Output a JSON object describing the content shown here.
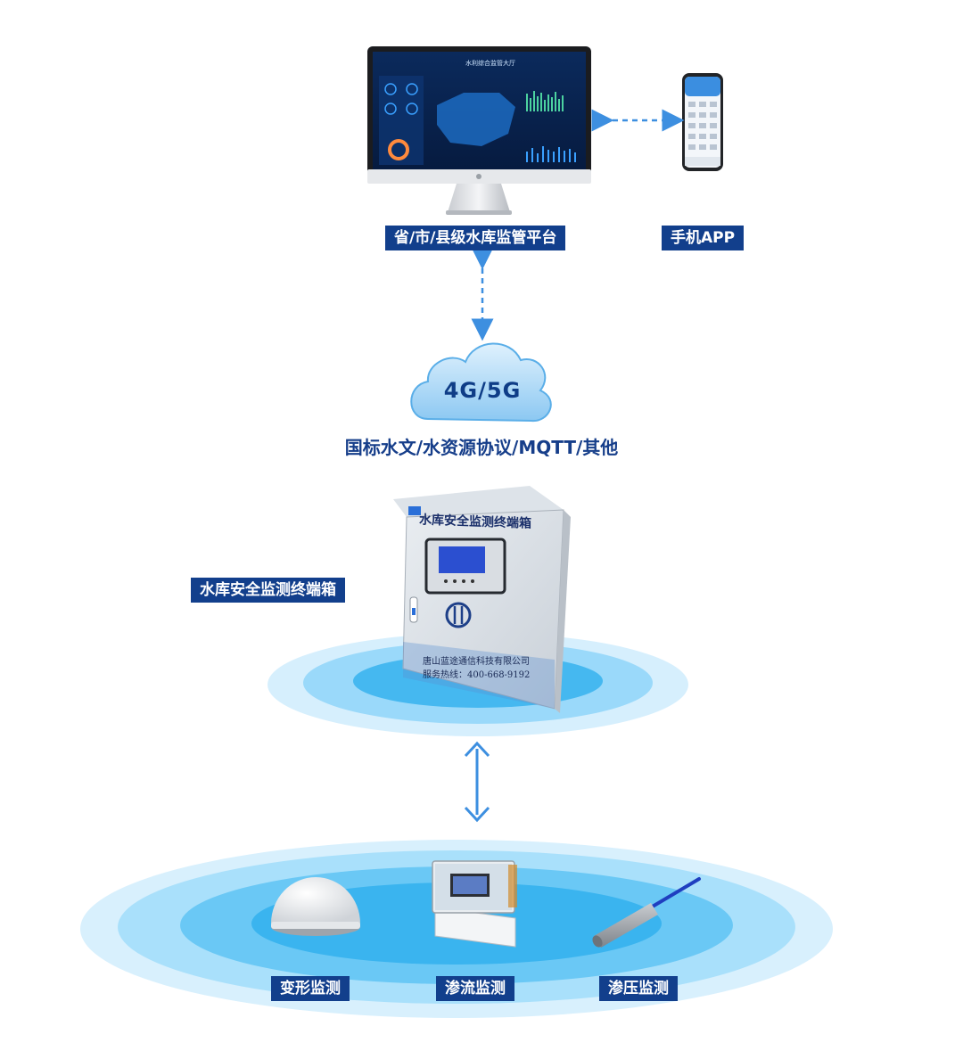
{
  "labels": {
    "platform": "省/市/县级水库监管平台",
    "mobile_app": "手机APP",
    "network": "4G/5G",
    "protocols": "国标水文/水资源协议/MQTT/其他",
    "terminal_box": "水库安全监测终端箱",
    "deformation": "变形监测",
    "seepage_flow": "渗流监测",
    "seepage_pressure": "渗压监测"
  },
  "terminal_box_device": {
    "title": "水库安全监测终端箱",
    "company": "唐山蓝途通信科技有限公司",
    "hotline": "服务热线：400-668-9192"
  },
  "monitor_screen": {
    "title": "水利综合监管大厅"
  },
  "colors": {
    "label_bg": "#123f8c",
    "arrow": "#3d8fe0",
    "ripple": "#5ec6f5"
  }
}
